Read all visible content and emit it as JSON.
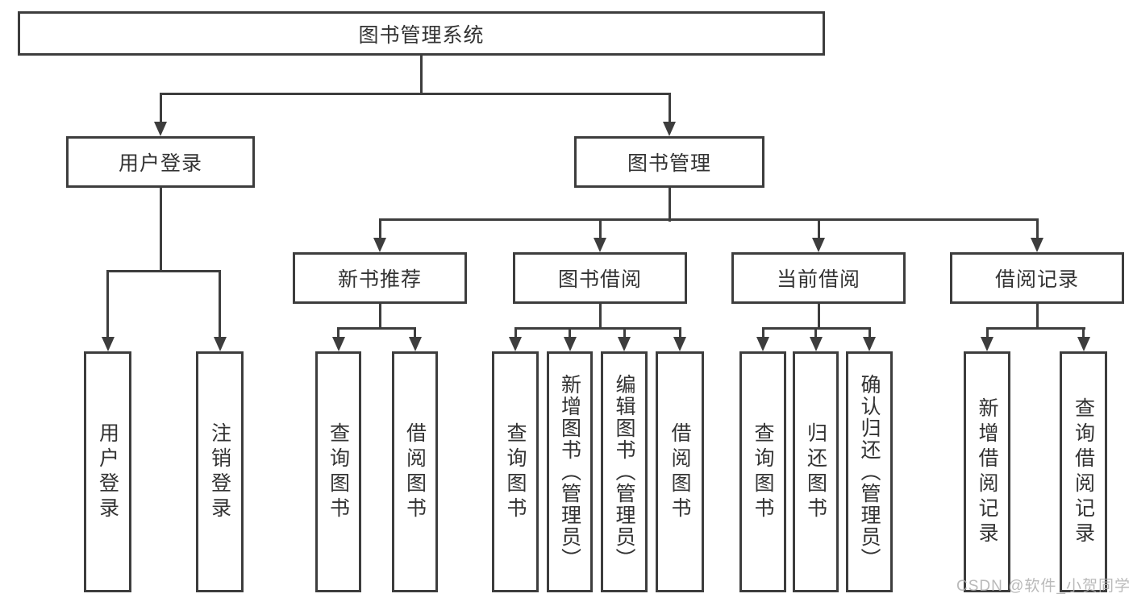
{
  "title": "图书管理系统",
  "level2": {
    "user_login": "用户登录",
    "book_mgmt": "图书管理"
  },
  "level3": {
    "new_book": "新书推荐",
    "book_borrow": "图书借阅",
    "current_borrow": "当前借阅",
    "borrow_record": "借阅记录"
  },
  "leaves": {
    "login": [
      "用户登录",
      "注销登录"
    ],
    "new_book": [
      "查询图书",
      "借阅图书"
    ],
    "book_borrow": [
      "查询图书",
      "新增图书（管理员）",
      "编辑图书（管理员）",
      "借阅图书"
    ],
    "current_borrow": [
      "查询图书",
      "归还图书",
      "确认归还（管理员）"
    ],
    "borrow_record": [
      "新增借阅记录",
      "查询借阅记录"
    ]
  },
  "watermark": "CSDN @软件_小贺同学",
  "colors": {
    "line": "#3d3d3d",
    "text": "#333333",
    "background": "#ffffff",
    "watermark": "#aeaeae"
  }
}
